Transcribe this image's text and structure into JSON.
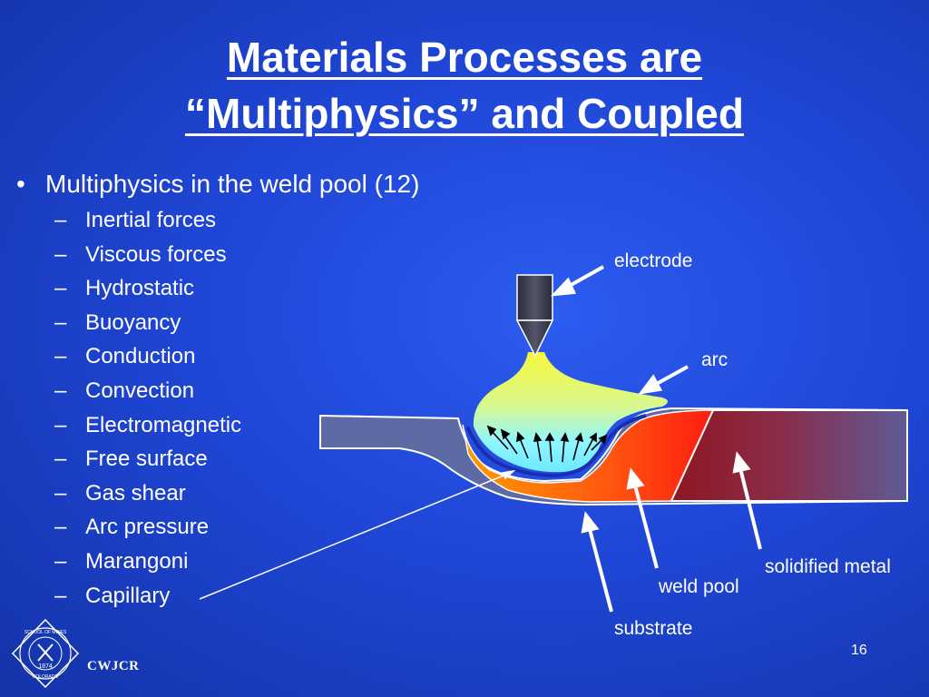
{
  "slide": {
    "title_line1": "Materials Processes are",
    "title_line2": "“Multiphysics” and Coupled",
    "bullet": "Multiphysics in the weld pool (12)",
    "bullet_marker": "•",
    "sub_marker": "–",
    "items": [
      "Inertial forces",
      "Viscous forces",
      "Hydrostatic",
      "Buoyancy",
      "Conduction",
      "Convection",
      "Electromagnetic",
      "Free surface",
      "Gas shear",
      "Arc pressure",
      "Marangoni",
      "Capillary"
    ],
    "page_number": "16",
    "footer": "CWJCR"
  },
  "diagram": {
    "labels": {
      "electrode": "electrode",
      "arc": "arc",
      "solidified_metal": "solidified metal",
      "weld_pool": "weld pool",
      "substrate": "substrate"
    }
  },
  "seal": {
    "year": "1874",
    "top_text": "SCHOOL OF MINES",
    "bottom_text": "COLORADO"
  },
  "colors": {
    "background": "#2454e6",
    "substrate": "#5e6aa4",
    "solidified": "#8e1c22",
    "weld_pool": "#ff5a10",
    "arc": "#f4f25a"
  }
}
